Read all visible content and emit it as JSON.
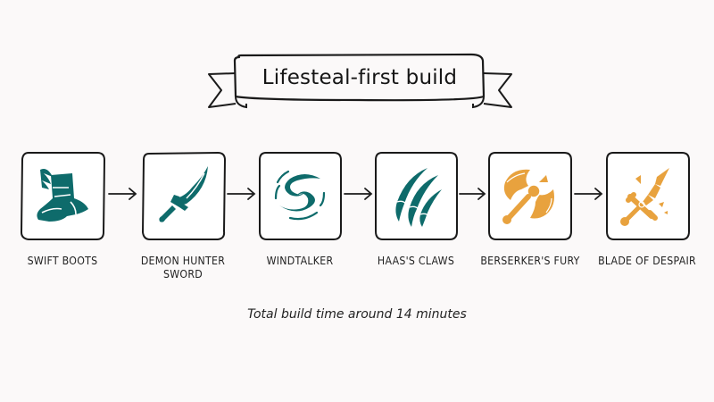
{
  "title": "Lifesteal-first build",
  "colors": {
    "background": "#fbf9f9",
    "teal": "#0e6b6b",
    "orange": "#e8a23e",
    "ink": "#1a1a1a"
  },
  "items": [
    {
      "label": "SWIFT BOOTS",
      "icon": "winged-boot-icon",
      "color": "teal"
    },
    {
      "label": "DEMON HUNTER SWORD",
      "icon": "curved-dagger-icon",
      "color": "teal"
    },
    {
      "label": "WINDTALKER",
      "icon": "wind-swirl-icon",
      "color": "teal"
    },
    {
      "label": "HAAS'S CLAWS",
      "icon": "claws-icon",
      "color": "teal"
    },
    {
      "label": "BERSERKER'S FURY",
      "icon": "battle-axe-icon",
      "color": "orange"
    },
    {
      "label": "BLADE OF DESPAIR",
      "icon": "shattered-sword-icon",
      "color": "orange"
    }
  ],
  "footer": "Total build time around 14 minutes"
}
